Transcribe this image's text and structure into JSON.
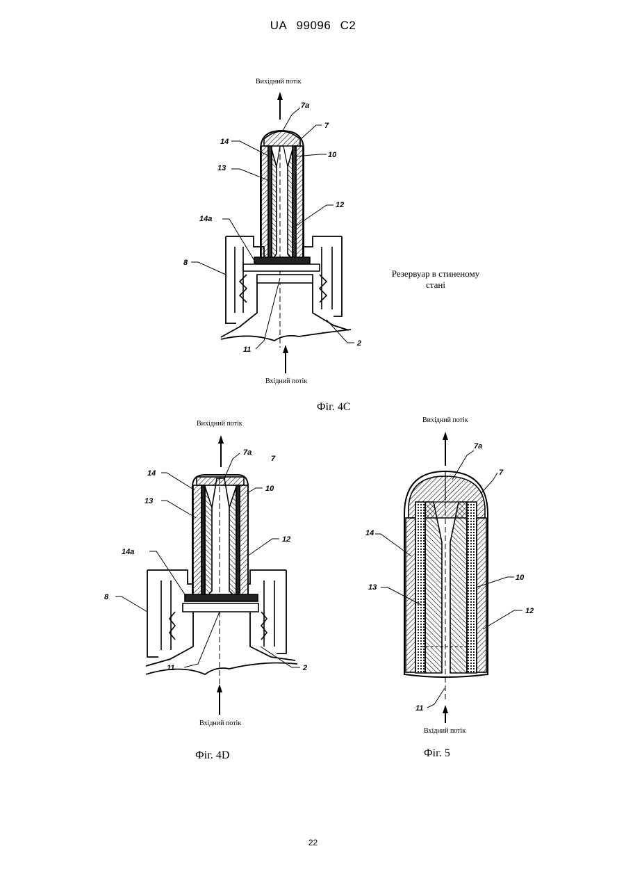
{
  "header": {
    "country": "UA",
    "number": "99096",
    "kind": "C2"
  },
  "page_number": "22",
  "figures": [
    {
      "caption": "Фіг. 4C",
      "outflow_label": "Вихідний потік",
      "inflow_label": "Вхідний потік",
      "note": [
        "Резервуар в стиненому",
        "стані"
      ],
      "refs": [
        "7a",
        "7",
        "14",
        "10",
        "13",
        "12",
        "14a",
        "8",
        "11",
        "2"
      ]
    },
    {
      "caption": "Фіг. 4D",
      "outflow_label": "Вихідний потік",
      "inflow_label": "Вхідний потік",
      "refs": [
        "7a",
        "7",
        "14",
        "10",
        "13",
        "12",
        "14a",
        "8",
        "11",
        "2"
      ]
    },
    {
      "caption": "Фіг. 5",
      "outflow_label": "Вихідний потік",
      "inflow_label": "Вхідний потік",
      "refs": [
        "7a",
        "7",
        "14",
        "10",
        "13",
        "12",
        "11"
      ]
    }
  ]
}
